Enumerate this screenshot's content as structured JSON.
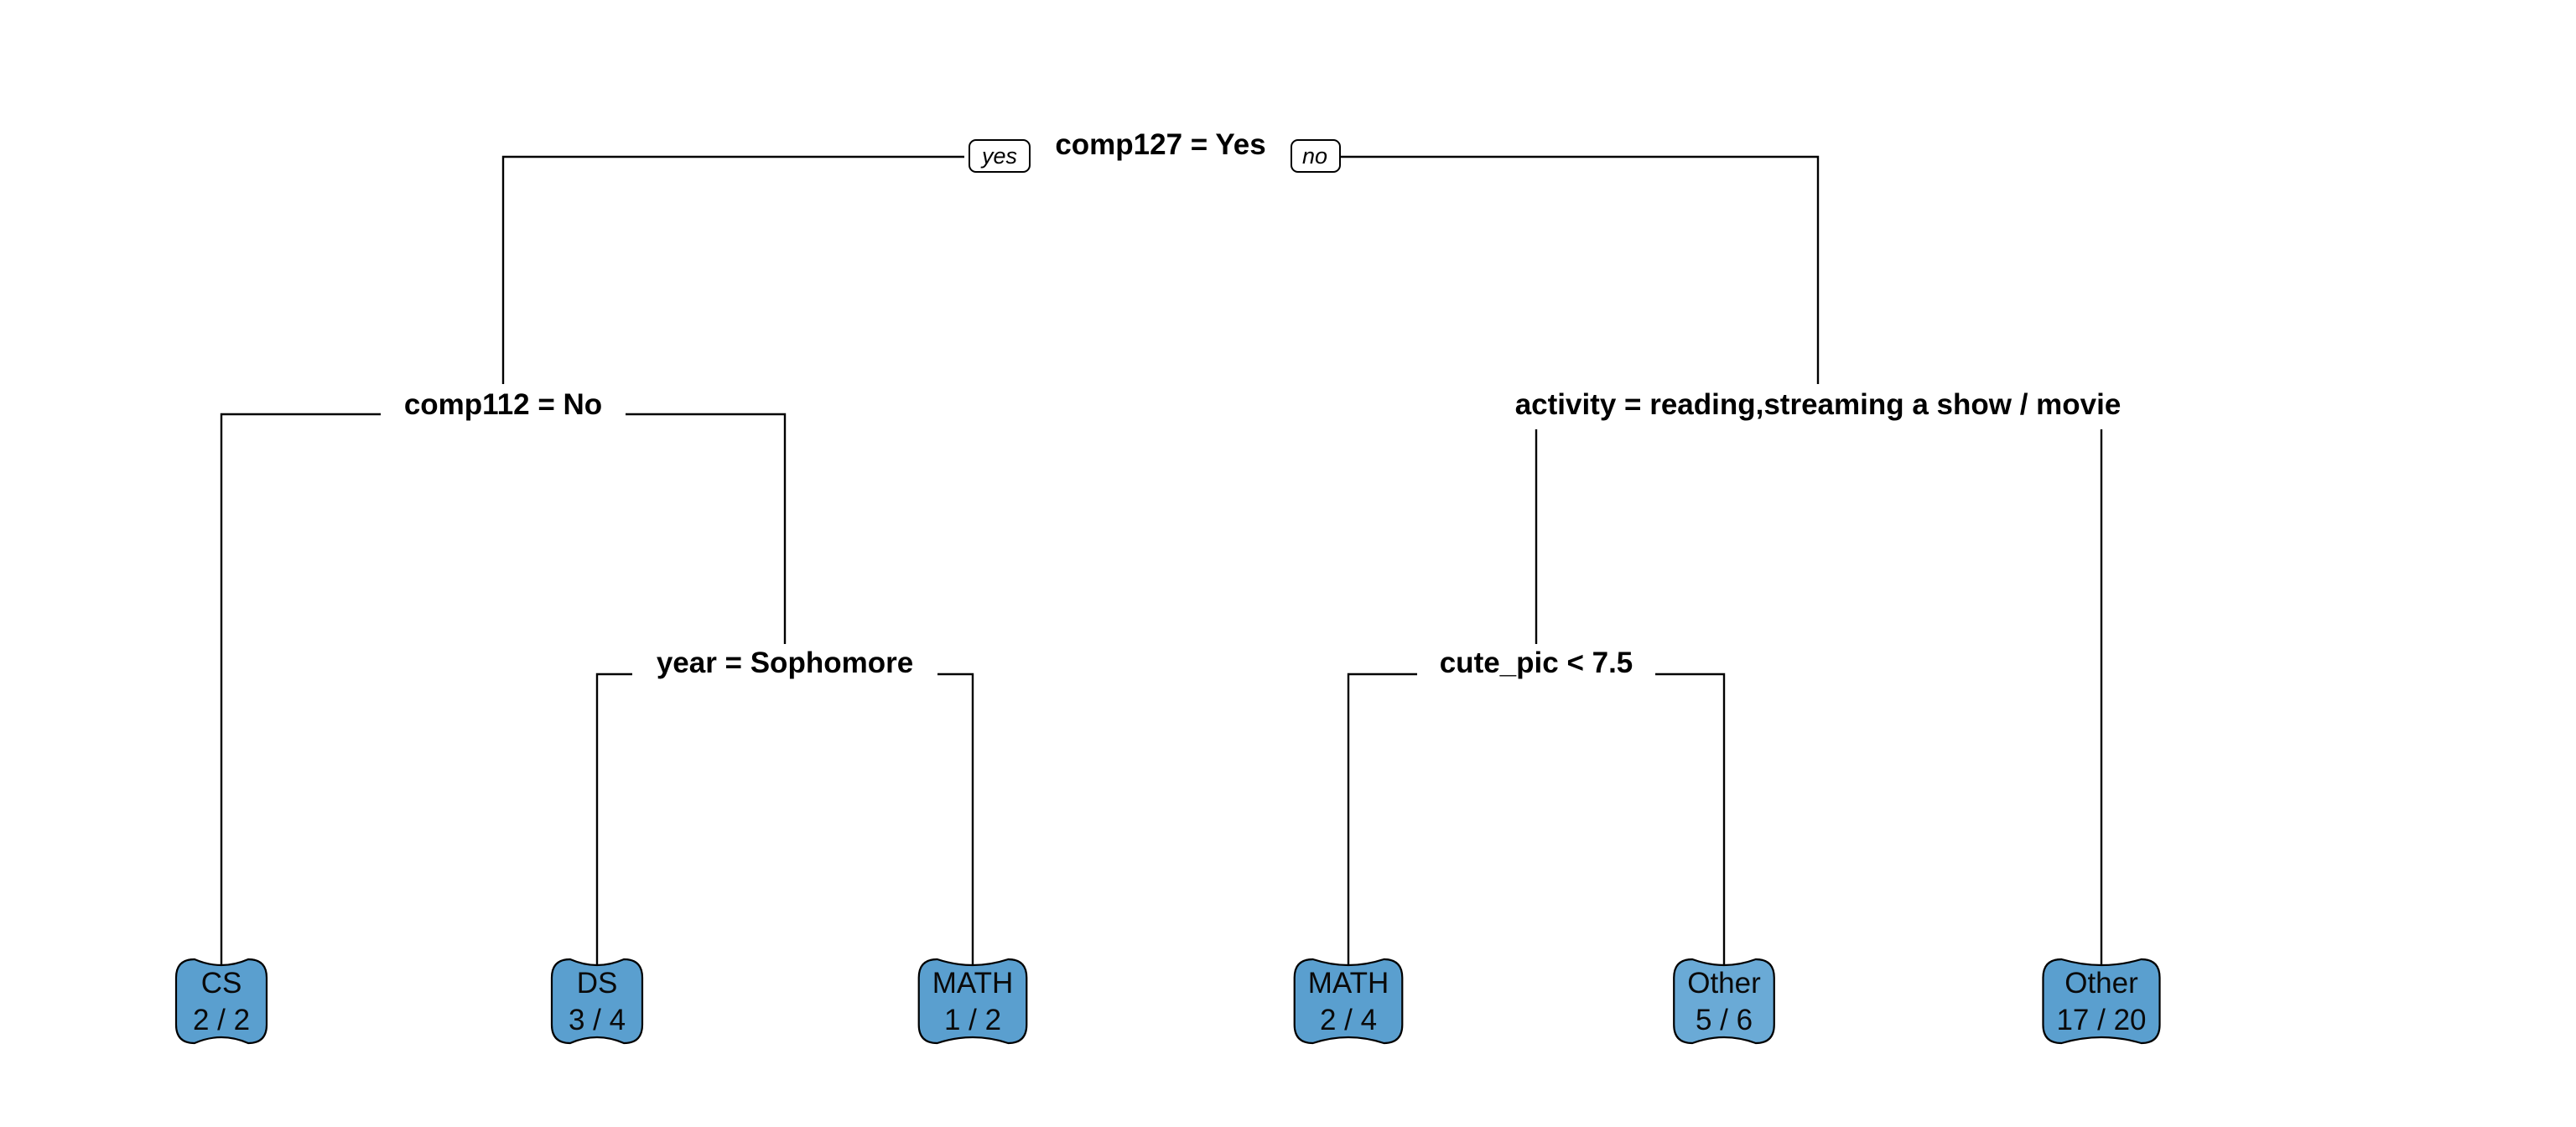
{
  "root": {
    "split": "comp127 = Yes",
    "yes_label": "yes",
    "no_label": "no"
  },
  "splits": {
    "comp112": "comp112 = No",
    "activity": "activity = reading,streaming a show / movie",
    "year": "year = Sophomore",
    "cute_pic": "cute_pic < 7.5"
  },
  "leaves": [
    {
      "class": "CS",
      "count": "2 / 2",
      "color": "#5a9fcf"
    },
    {
      "class": "DS",
      "count": "3 / 4",
      "color": "#5a9fcf"
    },
    {
      "class": "MATH",
      "count": "1 / 2",
      "color": "#5a9fcf"
    },
    {
      "class": "MATH",
      "count": "2 / 4",
      "color": "#5a9fcf"
    },
    {
      "class": "Other",
      "count": "5 / 6",
      "color": "#6aaad6"
    },
    {
      "class": "Other",
      "count": "17 / 20",
      "color": "#5a9fcf"
    }
  ],
  "colors": {
    "line": "#000000",
    "leaf_fill": "#5a9fcf",
    "background": "#ffffff"
  }
}
